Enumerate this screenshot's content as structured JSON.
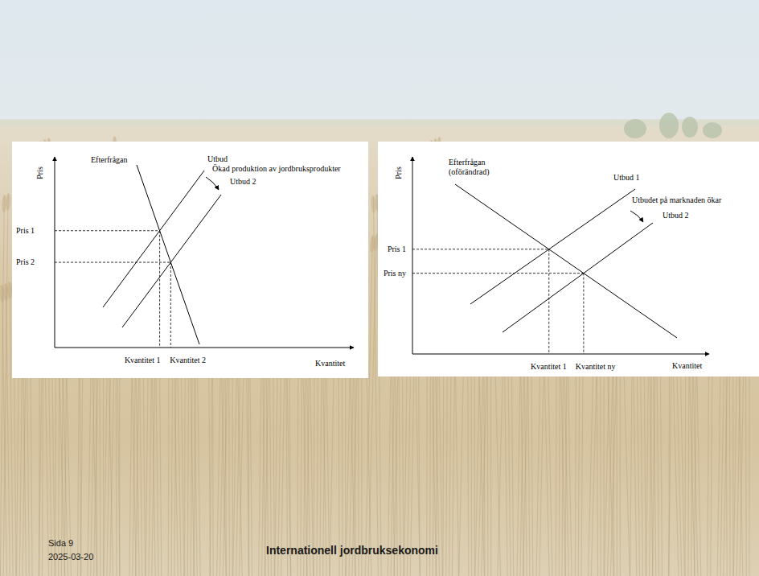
{
  "diagram": {
    "labels": [
      "Pris",
      "Efterfrågan",
      "Utbud",
      "Ökad produktion av jordbruksprodukter",
      "Utbud 2",
      "Pris 1",
      "Pris 2",
      "Kvantitet 1",
      "Kvantitet 2",
      "Kvantitet",
      "Pris",
      "Efterfrågan (oförändrad)",
      "Utbud 1",
      "Utbudet på marknaden ökar",
      "Utbud 2",
      "Pris 1",
      "Pris ny",
      "Kvantitet 1",
      "Kvantitet ny",
      "Kvantitet",
      "Sida 9",
      "2025-03-20",
      "Internationell jordbruksekonomi"
    ]
  }
}
